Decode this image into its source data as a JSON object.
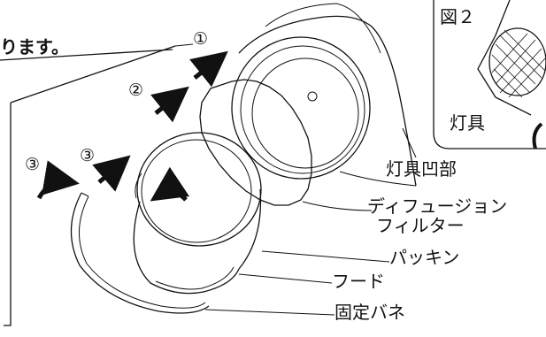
{
  "note_text": "ります。",
  "step_numbers": {
    "one": "①",
    "two": "②",
    "three_a": "③",
    "three_b": "③"
  },
  "figure2": {
    "title": "図２",
    "fixture_label": "灯具"
  },
  "parts": {
    "fixture_recess": "灯具凹部",
    "diffusion_filter_line1": "ディフュージョン",
    "diffusion_filter_line2": "フィルター",
    "packing": "パッキン",
    "hood": "フード",
    "fixing_spring": "固定バネ"
  }
}
